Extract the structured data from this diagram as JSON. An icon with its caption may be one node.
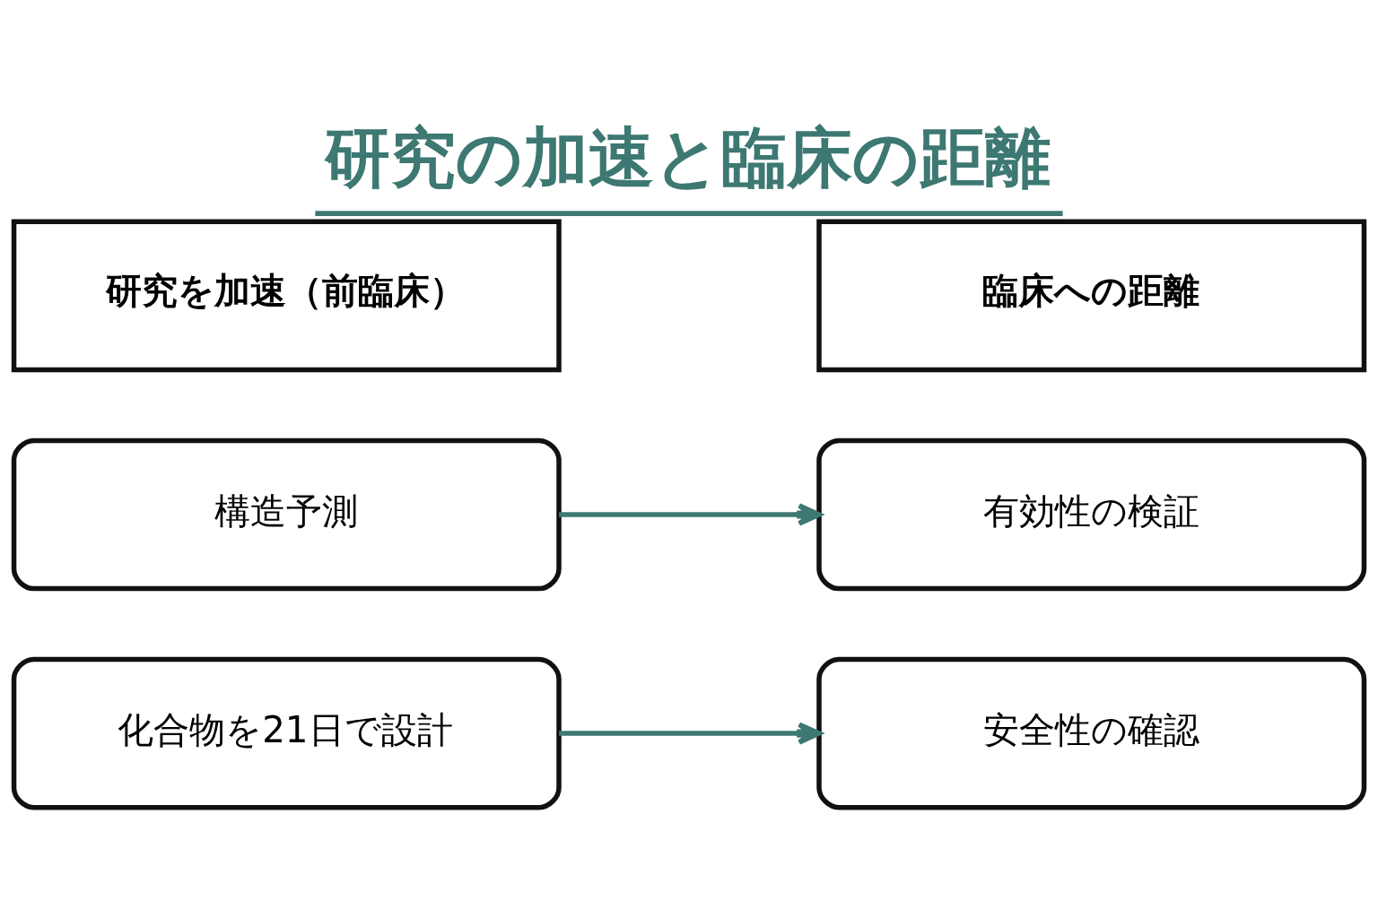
{
  "diagram": {
    "title": "研究の加速と臨床の距離",
    "nodes": [
      {
        "text": [
          "研究を加速（前臨床）"
        ]
      },
      {
        "text": [
          "臨床への距離"
        ]
      },
      {
        "text": [
          "構造予測"
        ]
      },
      {
        "text": [
          "有効性の検証"
        ]
      },
      {
        "text": [
          "化合物を21日で設計"
        ]
      },
      {
        "text": [
          "安全性の確認"
        ]
      }
    ],
    "edges": [
      {
        "from": 2,
        "to": 3,
        "arrow": "to"
      },
      {
        "from": 4,
        "to": 5,
        "arrow": "to"
      }
    ]
  }
}
